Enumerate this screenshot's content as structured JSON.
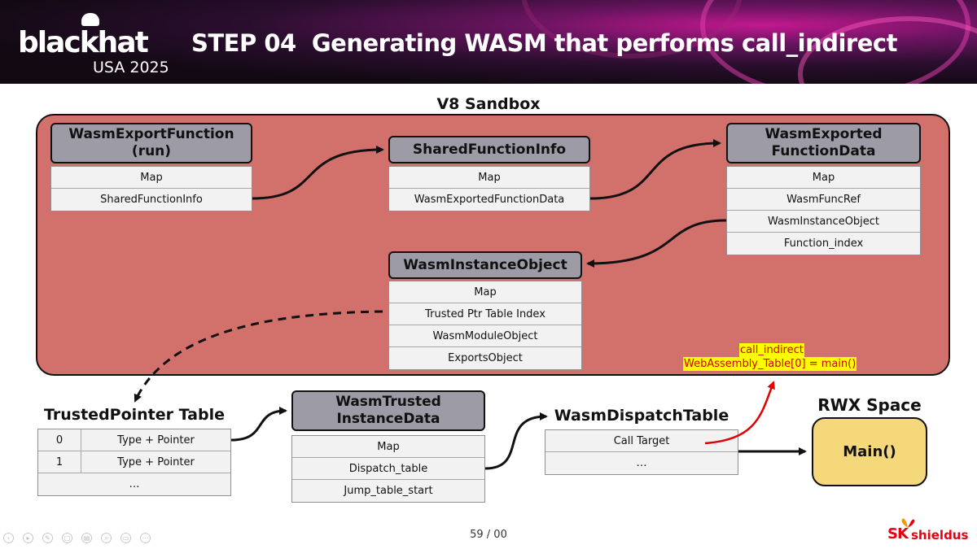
{
  "header": {
    "logo_word": "blackhat",
    "logo_sub": "USA 2025",
    "title": "STEP 04  Generating WASM that performs call_indirect"
  },
  "sandbox": {
    "label": "V8 Sandbox"
  },
  "nodes": {
    "wasm_export_function": {
      "title": "WasmExportFunction\n(run)",
      "rows": [
        "Map",
        "SharedFunctionInfo"
      ]
    },
    "shared_function_info": {
      "title": "SharedFunctionInfo",
      "rows": [
        "Map",
        "WasmExportedFunctionData"
      ]
    },
    "wasm_exported_function_data": {
      "title": "WasmExported\nFunctionData",
      "rows": [
        "Map",
        "WasmFuncRef",
        "WasmInstanceObject",
        "Function_index"
      ]
    },
    "wasm_instance_object": {
      "title": "WasmInstanceObject",
      "rows": [
        "Map",
        "Trusted Ptr Table Index",
        "WasmModuleObject",
        "ExportsObject"
      ]
    },
    "trusted_pointer_table": {
      "title": "TrustedPointer Table",
      "rows": [
        {
          "index": "0",
          "value": "Type + Pointer"
        },
        {
          "index": "1",
          "value": "Type + Pointer"
        }
      ],
      "ellipsis": "…"
    },
    "wasm_trusted_instance_data": {
      "title": "WasmTrusted\nInstanceData",
      "rows": [
        "Map",
        "Dispatch_table",
        "Jump_table_start"
      ]
    },
    "wasm_dispatch_table": {
      "title": "WasmDispatchTable",
      "rows": [
        "Call Target",
        "…"
      ]
    },
    "rwx_space": {
      "title": "RWX Space",
      "box": "Main()"
    }
  },
  "annotation": {
    "line1": "call_indirect",
    "line2": "WebAssembly_Table[0] = main()"
  },
  "footer": {
    "page": "59 / 00",
    "brand": "SK",
    "brand_sub": "shieldus"
  },
  "colors": {
    "sandbox": "#d2706c",
    "node_header": "#9d9ba6",
    "table_cell": "#f2f2f2",
    "rwx": "#f5d87a",
    "highlight_text": "#d10000",
    "highlight_bg": "#ffff00",
    "brand": "#e60012"
  }
}
